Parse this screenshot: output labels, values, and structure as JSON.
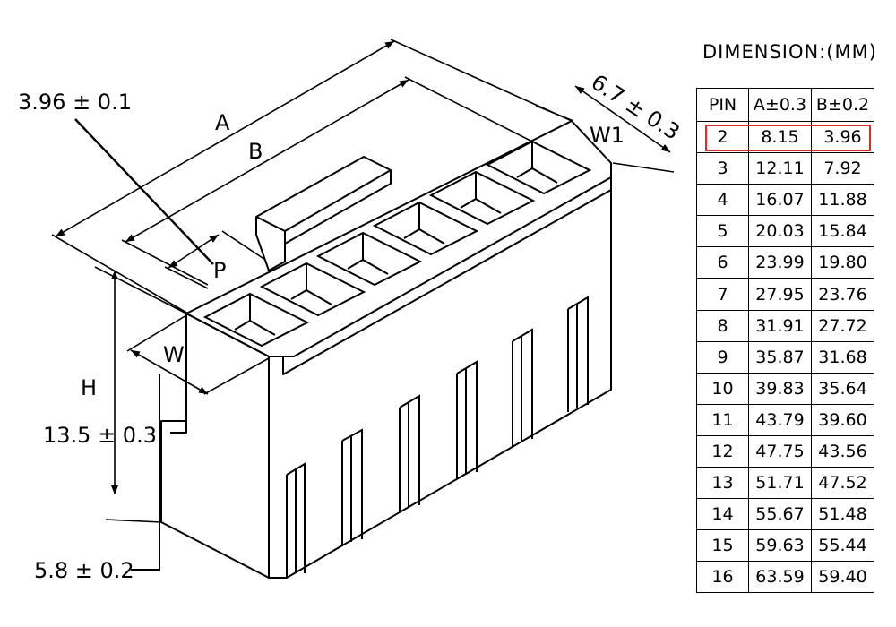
{
  "drawing": {
    "dim_pitch": "3.96 ± 0.1",
    "label_A": "A",
    "label_B": "B",
    "label_P": "P",
    "label_W": "W",
    "label_W1": "W1",
    "label_H": "H",
    "dim_width": "6.7 ± 0.3",
    "dim_height": "13.5 ± 0.3",
    "dim_depth": "5.8 ± 0.2"
  },
  "table": {
    "title": "DIMENSION:(MM)",
    "headers": [
      "PIN",
      "A±0.3",
      "B±0.2"
    ],
    "rows": [
      [
        "2",
        "8.15",
        "3.96"
      ],
      [
        "3",
        "12.11",
        "7.92"
      ],
      [
        "4",
        "16.07",
        "11.88"
      ],
      [
        "5",
        "20.03",
        "15.84"
      ],
      [
        "6",
        "23.99",
        "19.80"
      ],
      [
        "7",
        "27.95",
        "23.76"
      ],
      [
        "8",
        "31.91",
        "27.72"
      ],
      [
        "9",
        "35.87",
        "31.68"
      ],
      [
        "10",
        "39.83",
        "35.64"
      ],
      [
        "11",
        "43.79",
        "39.60"
      ],
      [
        "12",
        "47.75",
        "43.56"
      ],
      [
        "13",
        "51.71",
        "47.52"
      ],
      [
        "14",
        "55.67",
        "51.48"
      ],
      [
        "15",
        "59.63",
        "55.44"
      ],
      [
        "16",
        "63.59",
        "59.40"
      ]
    ],
    "highlight_row": 0,
    "highlight_color": "#e0292b"
  }
}
